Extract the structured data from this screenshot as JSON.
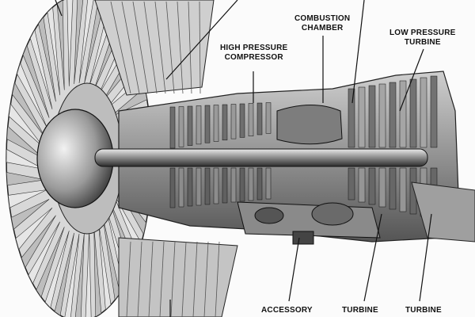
{
  "labels": {
    "combustion_chamber": [
      "COMBUSTION",
      "CHAMBER"
    ],
    "low_pressure_turbine": [
      "LOW PRESSURE",
      "TURBINE"
    ],
    "high_pressure_compressor": [
      "HIGH PRESSURE",
      "COMPRESSOR"
    ],
    "accessory": [
      "ACCESSORY"
    ],
    "turbine_mid": [
      "TURBINE"
    ],
    "turbine_right": [
      "TURBINE"
    ]
  }
}
